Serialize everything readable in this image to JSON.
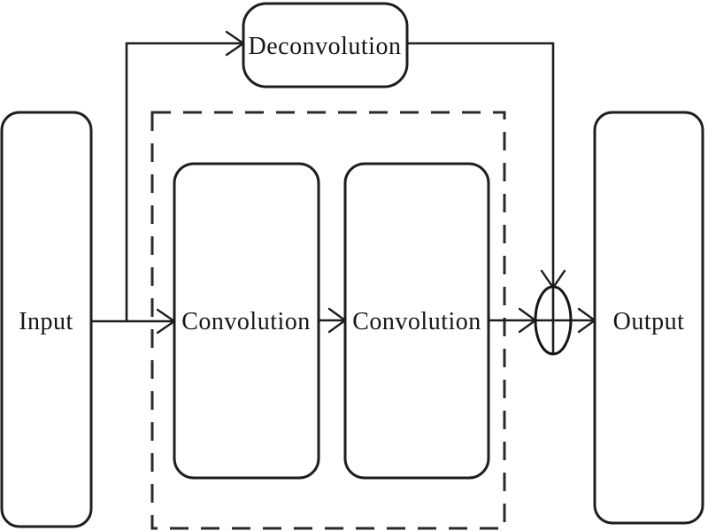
{
  "diagram": {
    "type": "flow-diagram",
    "colors": {
      "background": "#ffffff",
      "line": "#1e1e1e",
      "text": "#161616"
    },
    "nodes": {
      "input": {
        "label": "Input",
        "shape": "rounded-rect"
      },
      "deconvolution": {
        "label": "Deconvolution",
        "shape": "rounded-rect"
      },
      "conv1": {
        "label": "Convolution",
        "shape": "rounded-rect"
      },
      "conv2": {
        "label": "Convolution",
        "shape": "rounded-rect"
      },
      "output": {
        "label": "Output",
        "shape": "rounded-rect"
      },
      "sum_junction": {
        "symbol": "circle-plus"
      }
    },
    "groups": {
      "dashed_group": {
        "style": "dashed",
        "contains": [
          "conv1",
          "conv2"
        ]
      }
    },
    "edges": [
      {
        "from": "input",
        "to": "conv1"
      },
      {
        "from": "input",
        "to": "deconvolution"
      },
      {
        "from": "deconvolution",
        "to": "sum_junction"
      },
      {
        "from": "conv1",
        "to": "conv2"
      },
      {
        "from": "conv2",
        "to": "sum_junction"
      },
      {
        "from": "sum_junction",
        "to": "output"
      }
    ]
  }
}
